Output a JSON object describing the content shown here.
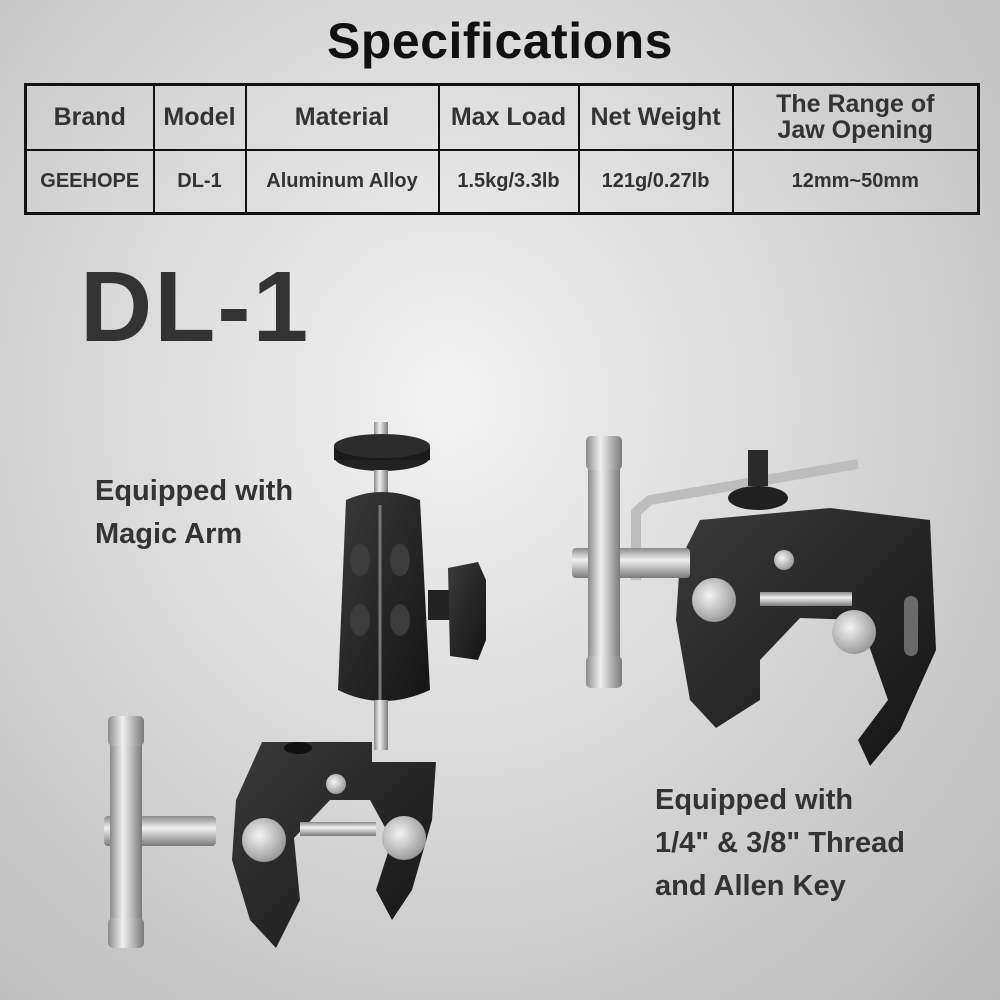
{
  "title": "Specifications",
  "table": {
    "headers": [
      "Brand",
      "Model",
      "Material",
      "Max Load",
      "Net Weight",
      "The Range of\nJaw Opening"
    ],
    "row": [
      "GEEHOPE",
      "DL-1",
      "Aluminum Alloy",
      "1.5kg/3.3lb",
      "121g/0.27lb",
      "12mm~50mm"
    ]
  },
  "model_name": "DL-1",
  "captions": {
    "magic_arm": [
      "Equipped with",
      "Magic Arm"
    ],
    "thread": [
      "Equipped with",
      "1/4\" & 3/8\" Thread",
      "and Allen Key"
    ]
  },
  "colors": {
    "metal_black": "#1c1c1c",
    "silver": "#c8c8c8",
    "text_dark": "#333333"
  }
}
